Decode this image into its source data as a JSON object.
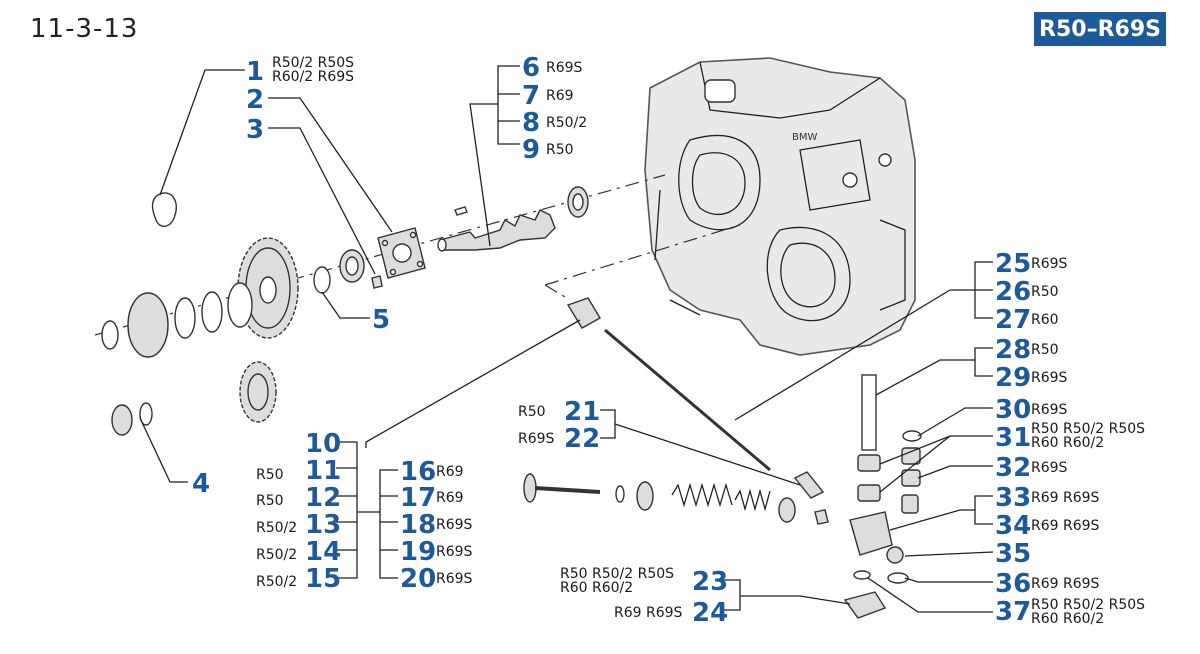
{
  "page": {
    "number": "11-3-13",
    "models": "R50–R69S"
  },
  "callouts": [
    {
      "num": "1",
      "models": [
        "R50/2  R50S",
        "R60/2  R69S"
      ]
    },
    {
      "num": "2",
      "models": []
    },
    {
      "num": "3",
      "models": []
    },
    {
      "num": "4",
      "models": []
    },
    {
      "num": "5",
      "models": []
    },
    {
      "num": "6",
      "models": [
        "R69S"
      ]
    },
    {
      "num": "7",
      "models": [
        "R69"
      ]
    },
    {
      "num": "8",
      "models": [
        "R50/2"
      ]
    },
    {
      "num": "9",
      "models": [
        "R50"
      ]
    },
    {
      "num": "10",
      "models": []
    },
    {
      "num": "11",
      "models": [
        "R50"
      ]
    },
    {
      "num": "12",
      "models": [
        "R50"
      ]
    },
    {
      "num": "13",
      "models": [
        "R50/2"
      ]
    },
    {
      "num": "14",
      "models": [
        "R50/2"
      ]
    },
    {
      "num": "15",
      "models": [
        "R50/2"
      ]
    },
    {
      "num": "16",
      "models": [
        "R69"
      ]
    },
    {
      "num": "17",
      "models": [
        "R69"
      ]
    },
    {
      "num": "18",
      "models": [
        "R69S"
      ]
    },
    {
      "num": "19",
      "models": [
        "R69S"
      ]
    },
    {
      "num": "20",
      "models": [
        "R69S"
      ]
    },
    {
      "num": "21",
      "models": [
        "R50"
      ]
    },
    {
      "num": "22",
      "models": [
        "R69S"
      ]
    },
    {
      "num": "23",
      "models": [
        "R50  R50/2  R50S",
        "R60  R60/2"
      ]
    },
    {
      "num": "24",
      "models": [
        "R69  R69S"
      ]
    },
    {
      "num": "25",
      "models": [
        "R69S"
      ]
    },
    {
      "num": "26",
      "models": [
        "R50"
      ]
    },
    {
      "num": "27",
      "models": [
        "R60"
      ]
    },
    {
      "num": "28",
      "models": [
        "R50"
      ]
    },
    {
      "num": "29",
      "models": [
        "R69S"
      ]
    },
    {
      "num": "30",
      "models": [
        "R69S"
      ]
    },
    {
      "num": "31",
      "models": [
        "R50  R50/2  R50S",
        "R60  R60/2"
      ]
    },
    {
      "num": "32",
      "models": [
        "R69S"
      ]
    },
    {
      "num": "33",
      "models": [
        "R69  R69S"
      ]
    },
    {
      "num": "34",
      "models": [
        "R69  R69S"
      ]
    },
    {
      "num": "35",
      "models": []
    },
    {
      "num": "36",
      "models": [
        "R69  R69S"
      ]
    },
    {
      "num": "37",
      "models": [
        "R50  R50/2  R50S",
        "R60  R60/2"
      ]
    }
  ]
}
